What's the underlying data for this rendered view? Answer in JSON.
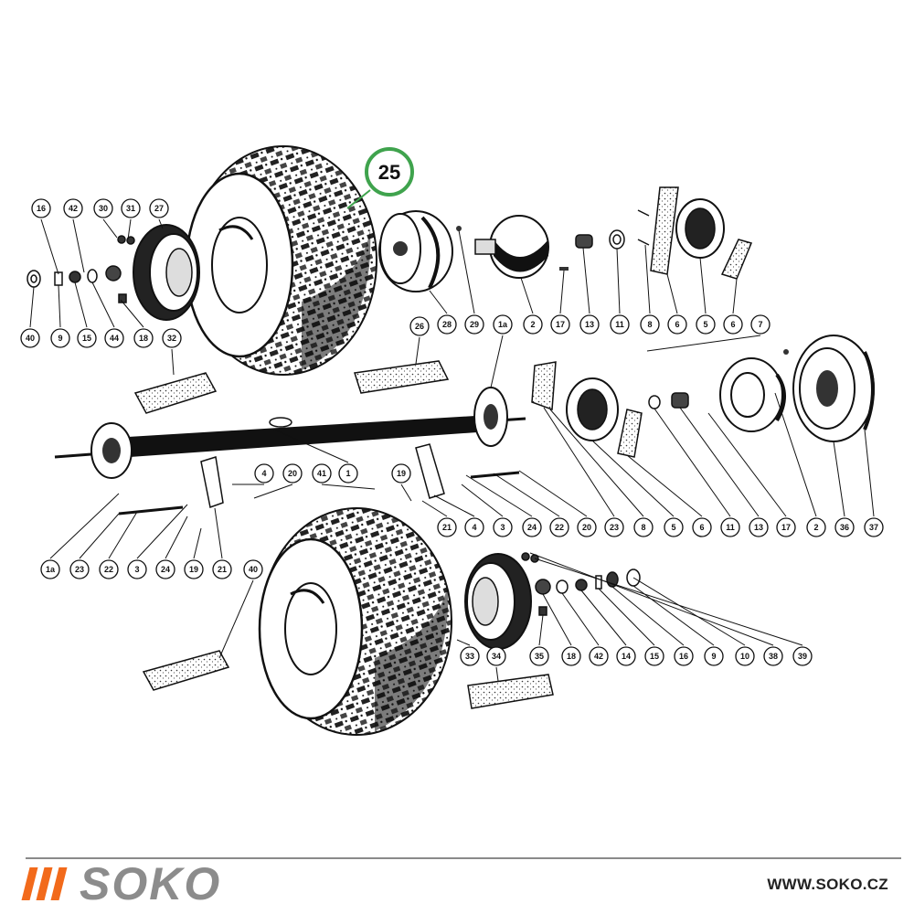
{
  "footer": {
    "brand_name": "SOKO",
    "website": "WWW.SOKO.CZ"
  },
  "highlight": {
    "label": "25",
    "ring_color": "#3fa34d"
  },
  "colors": {
    "brand_orange": "#f26a1b",
    "brand_gray": "#8c8c8c",
    "ink": "#111111",
    "footer_rule": "#8a8a8a"
  },
  "callouts": {
    "row_top": [
      "16",
      "42",
      "30",
      "31",
      "27"
    ],
    "row_top_left": [
      "40",
      "9",
      "15",
      "44",
      "18",
      "32"
    ],
    "row_top_right": [
      "28",
      "29",
      "1a",
      "2",
      "17",
      "13",
      "11",
      "8",
      "6",
      "5",
      "6",
      "7"
    ],
    "row_mid_right": [
      "2",
      "36",
      "37"
    ],
    "row_mid_center": [
      "4",
      "20",
      "41",
      "1",
      "19",
      "26"
    ],
    "row_bottom_axle": [
      "1a",
      "23",
      "22",
      "3",
      "24",
      "19",
      "21",
      "40"
    ],
    "row_bottom_center": [
      "21",
      "4",
      "3",
      "24",
      "22",
      "20",
      "23",
      "8",
      "5",
      "6",
      "11",
      "13",
      "17"
    ],
    "row_bottom_hub": [
      "33",
      "34",
      "35",
      "18",
      "42",
      "14",
      "15",
      "16",
      "9",
      "10",
      "38",
      "39"
    ]
  }
}
